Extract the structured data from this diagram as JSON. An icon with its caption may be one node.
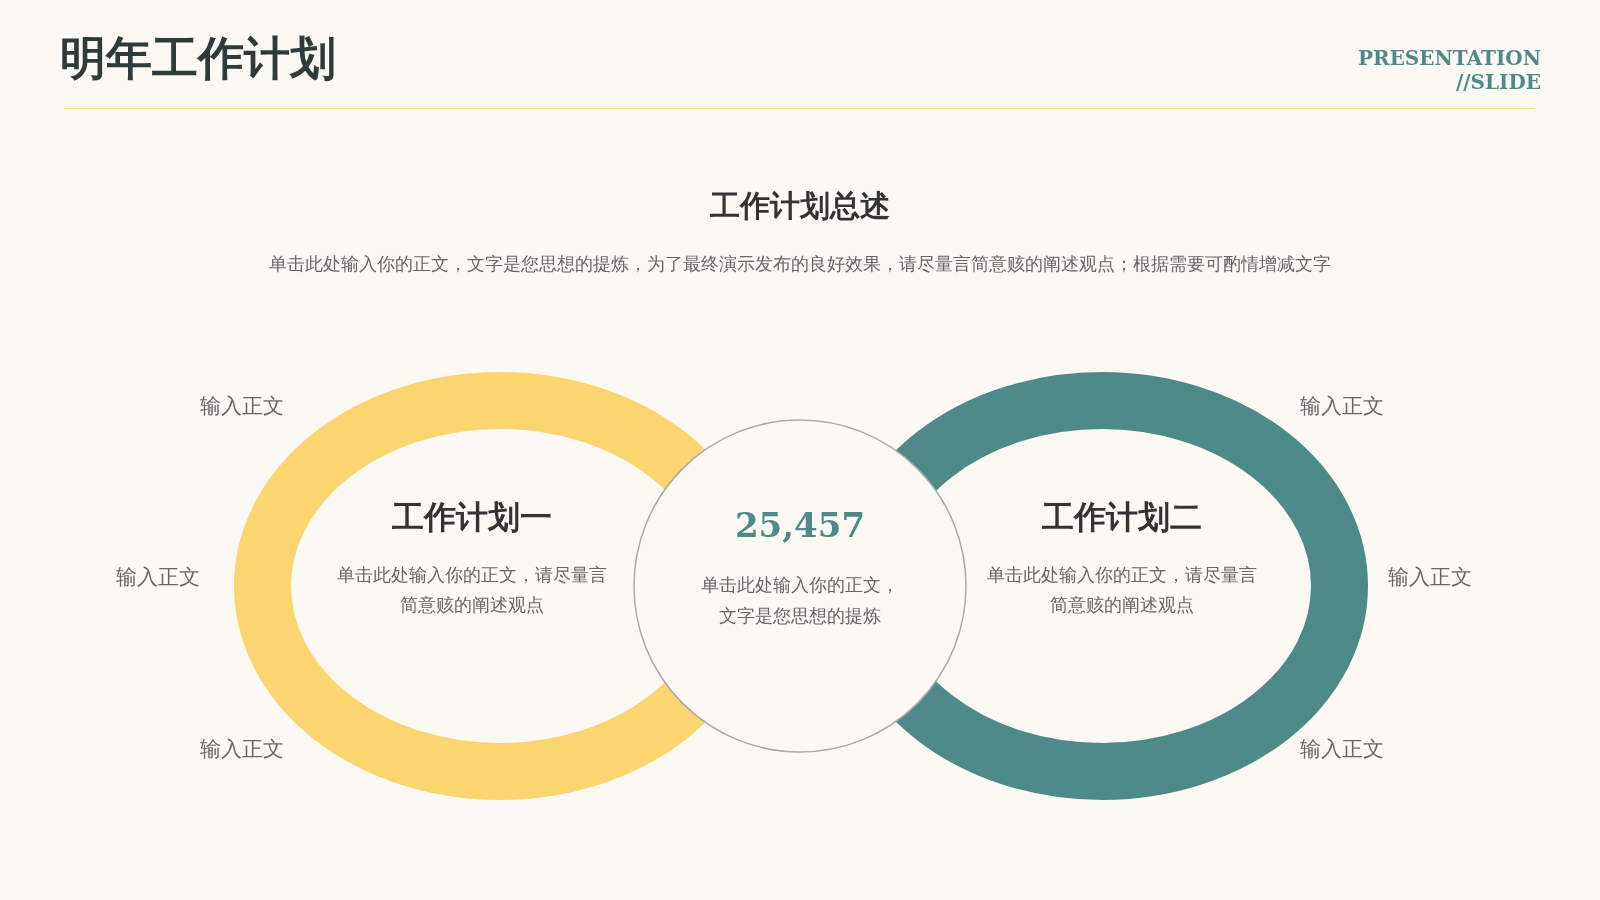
{
  "diagram": {
    "title": "明年工作计划",
    "nodes": [
      {
        "text": [
          "工作计划一",
          "单击此处输入你的正文，请尽量言简意赅的阐述观点"
        ]
      },
      {
        "text": [
          "25,457",
          "单击此处输入你的正文，文字是您思想的提炼"
        ]
      },
      {
        "text": [
          "工作计划二",
          "单击此处输入你的正文，请尽量言简意赅的阐述观点"
        ]
      }
    ],
    "edges": [],
    "labels": [
      "PRESENTATION //SLIDE",
      "工作计划总述",
      "单击此处输入你的正文，文字是您思想的提炼，为了最终演示发布的良好效果，请尽量言简意赅的阐述观点；根据需要可酌情增减文字",
      "输入正文",
      "输入正文",
      "输入正文",
      "输入正文",
      "输入正文",
      "输入正文"
    ]
  }
}
